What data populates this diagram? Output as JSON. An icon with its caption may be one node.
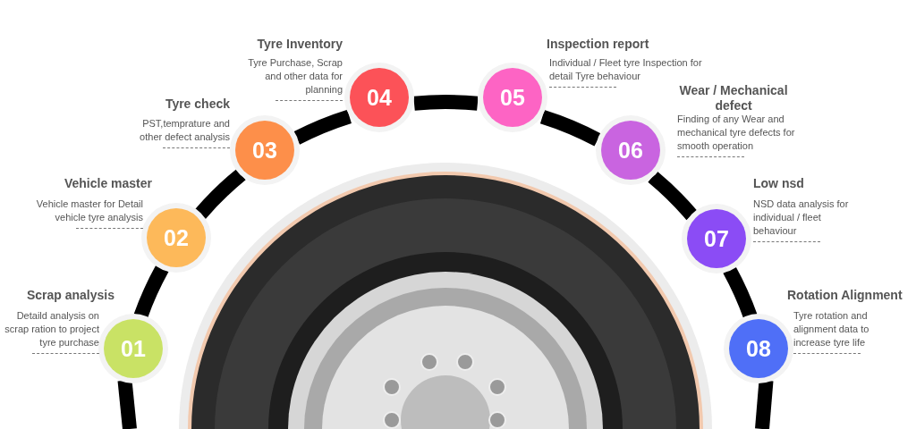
{
  "diagram": {
    "nodes": [
      {
        "text": [
          "01"
        ],
        "beside": [
          "Scrap analysis",
          "Detaild analysis on scrap ration to project tyre purchase"
        ]
      },
      {
        "text": [
          "02"
        ],
        "beside": [
          "Vehicle master",
          "Vehicle master for Detail vehicle tyre analysis"
        ]
      },
      {
        "text": [
          "03"
        ],
        "beside": [
          "Tyre check",
          "PST,temprature and other defect analysis"
        ]
      },
      {
        "text": [
          "04"
        ],
        "beside": [
          "Tyre Inventory",
          "Tyre Purchase, Scrap and other data  for planning"
        ]
      },
      {
        "text": [
          "05"
        ],
        "beside": [
          "Inspection report",
          "Individual /  Fleet tyre Inspection for detail Tyre behaviour"
        ]
      },
      {
        "text": [
          "06"
        ],
        "beside": [
          "Wear / Mechanical defect",
          "Finding of any Wear and mechanical tyre defects for smooth operation"
        ]
      },
      {
        "text": [
          "07"
        ],
        "beside": [
          "Low nsd",
          "NSD data analysis for individual / fleet behaviour"
        ]
      },
      {
        "text": [
          "08"
        ],
        "beside": [
          "Rotation Alignment",
          "Tyre rotation and alignment data to increase tyre life"
        ]
      }
    ],
    "edges": [
      {
        "from": 0,
        "to": 1,
        "arrow": "none"
      },
      {
        "from": 1,
        "to": 2,
        "arrow": "none"
      },
      {
        "from": 2,
        "to": 3,
        "arrow": "none"
      },
      {
        "from": 3,
        "to": 4,
        "arrow": "none"
      },
      {
        "from": 4,
        "to": 5,
        "arrow": "none"
      },
      {
        "from": 5,
        "to": 6,
        "arrow": "none"
      },
      {
        "from": 6,
        "to": 7,
        "arrow": "none"
      }
    ]
  }
}
